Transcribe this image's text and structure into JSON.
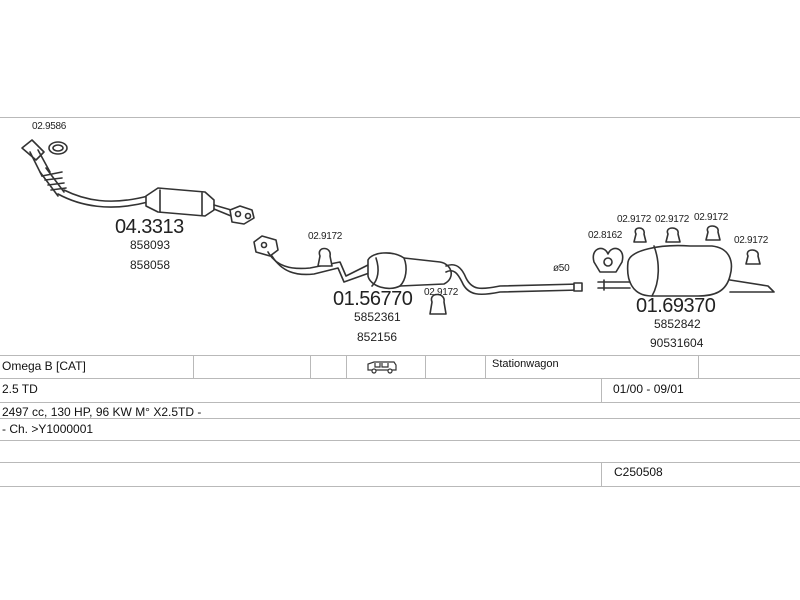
{
  "parts": {
    "gasket_top": "02.9586",
    "front_pipe": {
      "number": "04.3313",
      "oem1": "858093",
      "oem2": "858058"
    },
    "clamp_mid": "02.9172",
    "middle_silencer": {
      "number": "01.56770",
      "oem1": "5852361",
      "oem2": "852156"
    },
    "clamp_mid2": "02.9172",
    "pipe_diameter": "ø50",
    "rubber_mount": "02.8162",
    "clamp_r1": "02.9172",
    "clamp_r2": "02.9172",
    "clamp_r3": "02.9172",
    "clamp_r4": "02.9172",
    "rear_silencer": {
      "number": "01.69370",
      "oem1": "5852842",
      "oem2": "90531604"
    }
  },
  "vehicle": {
    "model": "Omega B  [CAT]",
    "body": "Stationwagon",
    "engine": "2.5 TD",
    "years": "01/00 - 09/01",
    "spec": "2497 cc, 130 HP, 96 KW M° X2.5TD -",
    "chassis": "- Ch. >Y1000001",
    "code": "C250508"
  }
}
